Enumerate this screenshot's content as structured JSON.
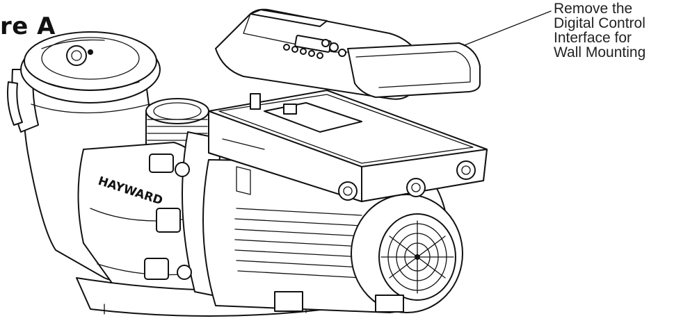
{
  "figure": {
    "label": "re A",
    "brand_mark": "HAYWARD",
    "callout": {
      "lines": [
        "Remove the",
        "Digital Control",
        "Interface for",
        "Wall Mounting"
      ]
    }
  }
}
